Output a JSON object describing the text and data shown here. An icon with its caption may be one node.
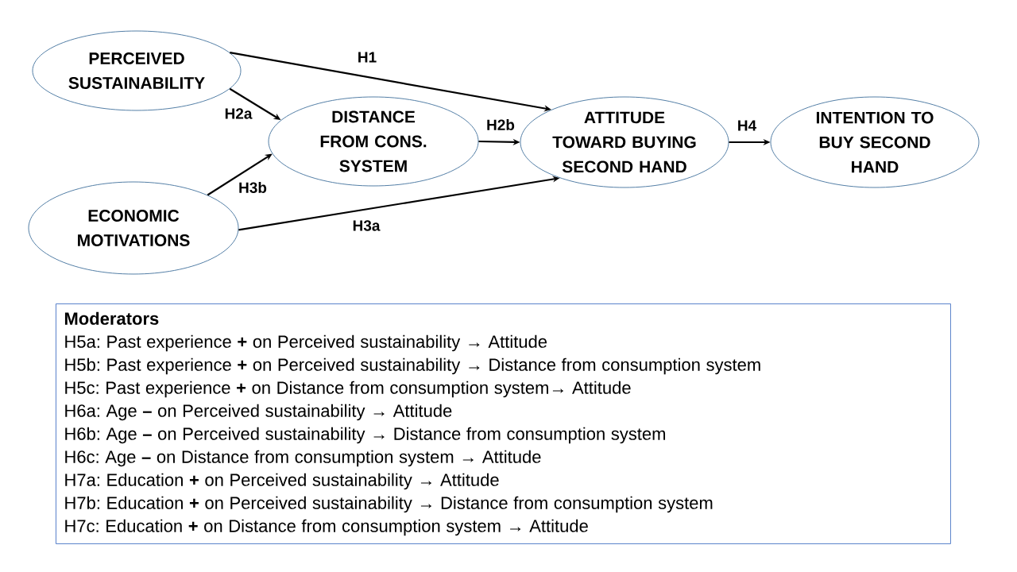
{
  "diagram": {
    "nodes": [
      {
        "text": [
          "PERCEIVED SUSTAINABILITY"
        ]
      },
      {
        "text": [
          "DISTANCE FROM CONS. SYSTEM"
        ]
      },
      {
        "text": [
          "ECONOMIC MOTIVATIONS"
        ]
      },
      {
        "text": [
          "ATTITUDE TOWARD BUYING SECOND HAND"
        ]
      },
      {
        "text": [
          "INTENTION TO BUY SECOND HAND"
        ]
      },
      {
        "text": [
          "Moderators",
          "H5a: Past experience **+** on Perceived sustainability → Attitude",
          "H5b: Past experience **+** on Perceived sustainability → Distance from consumption system",
          "H5c: Past experience **+** on Distance from consumption system→ Attitude",
          "H6a: Age **–** on Perceived sustainability → Attitude",
          "H6b: Age **–** on Perceived sustainability → Distance from consumption system",
          "H6c: Age **–** on Distance from consumption system → Attitude",
          "H7a: Education **+** on Perceived sustainability → Attitude",
          "H7b: Education **+** on Perceived sustainability → Distance from consumption system",
          "H7c: Education **+** on Distance from consumption system → Attitude"
        ]
      }
    ],
    "edges": [
      {
        "from": 0,
        "to": 3,
        "arrow": "to",
        "label": "H1"
      },
      {
        "from": 0,
        "to": 1,
        "arrow": "to",
        "label": "H2a"
      },
      {
        "from": 2,
        "to": 1,
        "arrow": "to",
        "label": "H3b"
      },
      {
        "from": 1,
        "to": 3,
        "arrow": "to",
        "label": "H2b"
      },
      {
        "from": 2,
        "to": 3,
        "arrow": "to",
        "label": "H3a"
      },
      {
        "from": 3,
        "to": 4,
        "arrow": "to",
        "label": "H4"
      }
    ]
  }
}
